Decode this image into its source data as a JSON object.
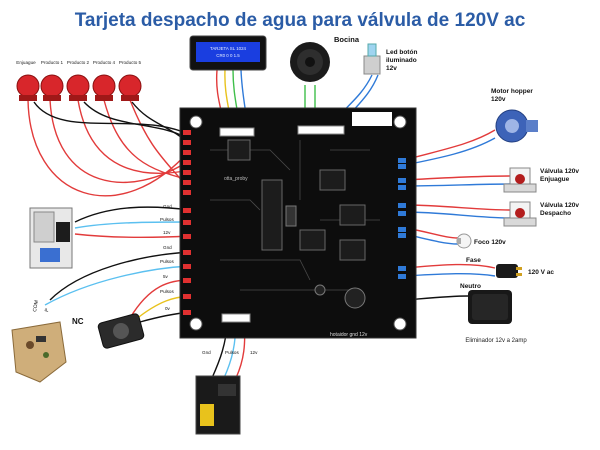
{
  "title": "Tarjeta despacho de agua para válvula de 120V ac",
  "buttons": [
    "Enjuague",
    "Producto 1",
    "Producto 2",
    "Producto 4",
    "Producto 5"
  ],
  "lcd": {
    "line1": "TARJETA SL 1024",
    "line2": "CR0 0 0 1.5"
  },
  "top_labels": {
    "bocina": "Bocina",
    "led_line1": "Led botón",
    "led_line2": "iluminado",
    "led_line3": "12v"
  },
  "right_labels": {
    "motor_line1": "Motor hopper",
    "motor_line2": "120v",
    "valve1_line1": "Válvula 120v",
    "valve1_line2": "Enjuague",
    "valve2_line1": "Válvula 120v",
    "valve2_line2": "Despacho",
    "foco": "Foco 120v",
    "fase": "Fase",
    "ac": "120 V ac",
    "neutro": "Neutro",
    "eliminador": "Eliminador 12v a 2amp"
  },
  "left_wire_labels": {
    "gnd1": "Gnd",
    "pulsos1": "Pulsos",
    "v12_1": "12v",
    "gnd2": "Gnd",
    "pulsos2": "Pulsos",
    "v5": "5v",
    "pulsos3": "Pulsos",
    "zero_v": "0v"
  },
  "bottom_wire_labels": {
    "gnd": "Gnd",
    "pulsos": "Pulsos",
    "v12": "12v"
  },
  "sensor_labels": {
    "nc": "NC",
    "com": "COM",
    "pulse": "P"
  },
  "board_labels": {
    "brand": "otta_proby",
    "footer": "hotaidor  gnd  12v"
  }
}
